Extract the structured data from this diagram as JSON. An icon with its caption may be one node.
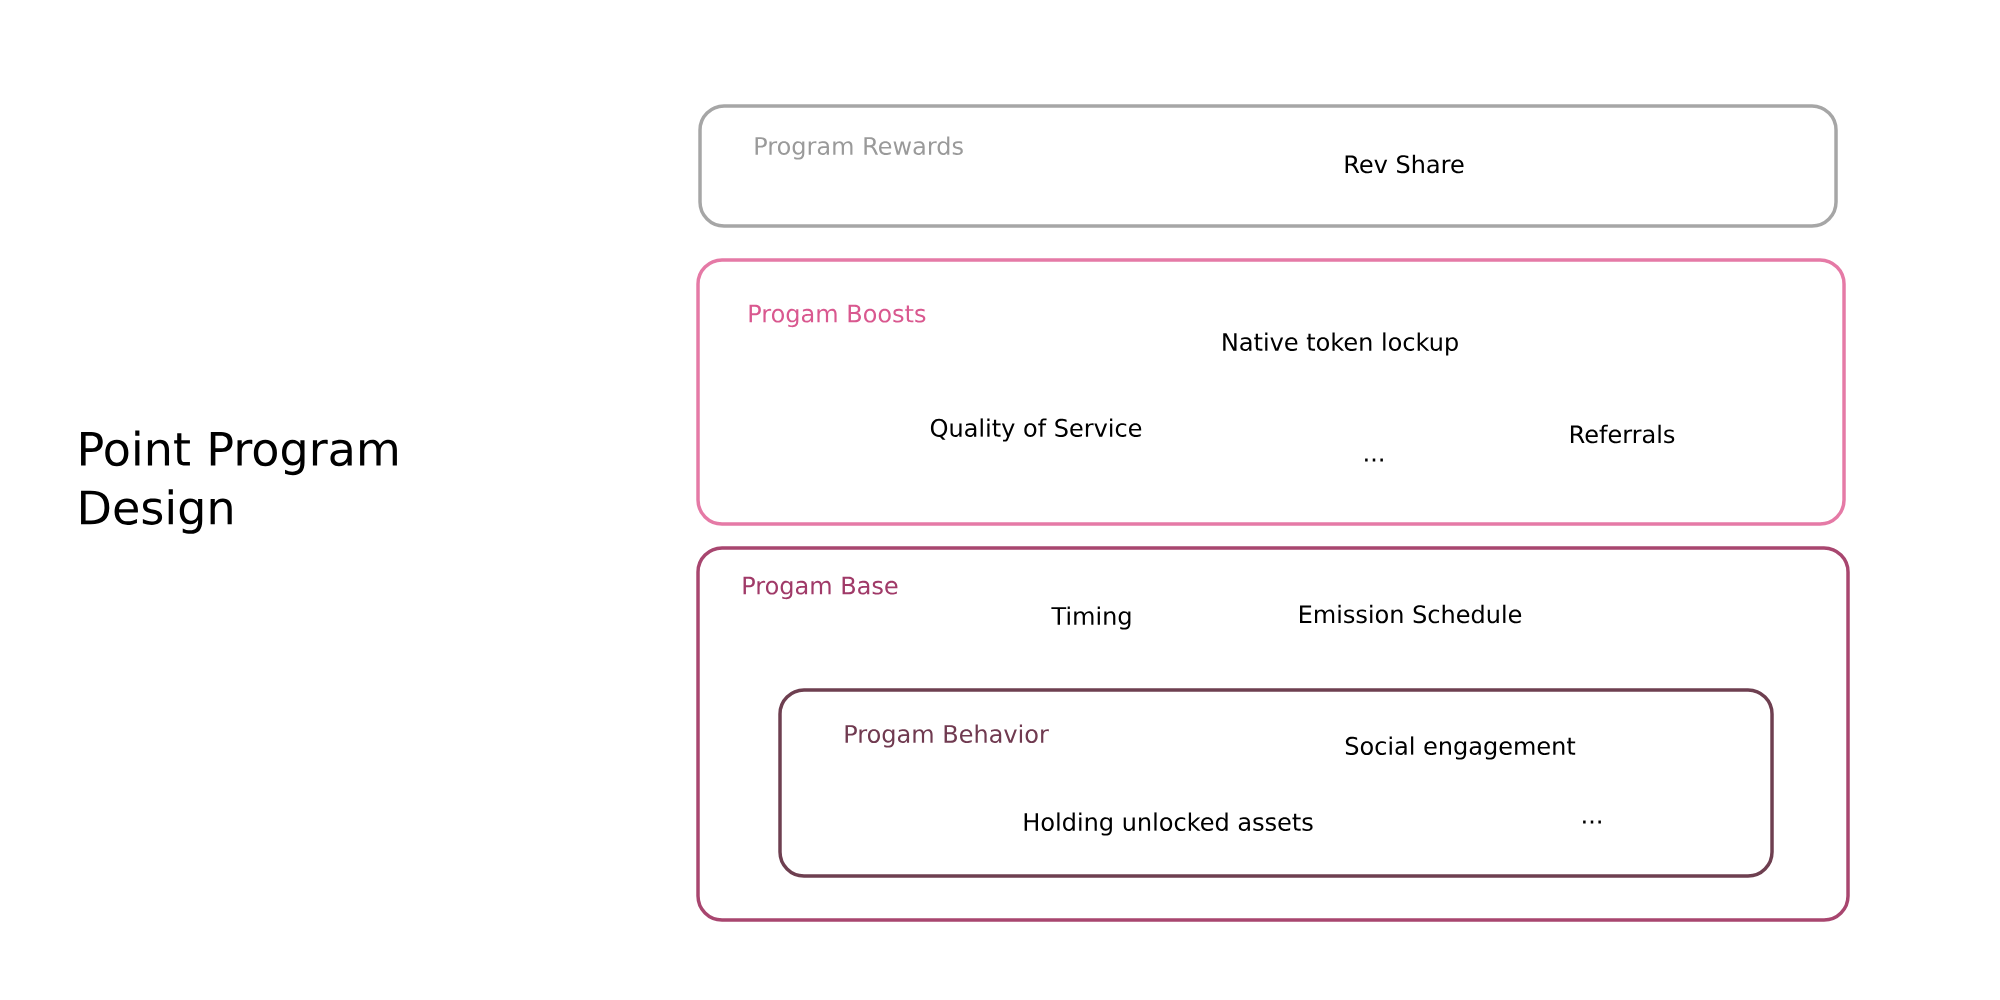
{
  "diagram": {
    "title": "Point Program Design",
    "nodes": [
      {
        "text": [
          "Program Rewards",
          "Rev Share"
        ]
      },
      {
        "text": [
          "Progam Boosts",
          "Native token lockup",
          "Quality of Service",
          "...",
          "Referrals"
        ]
      },
      {
        "text": [
          "Progam Base",
          "Timing",
          "Emission Schedule"
        ]
      },
      {
        "text": [
          "Progam Behavior",
          "Social engagement",
          "Holding unlocked assets",
          "..."
        ],
        "in": 2
      }
    ]
  }
}
